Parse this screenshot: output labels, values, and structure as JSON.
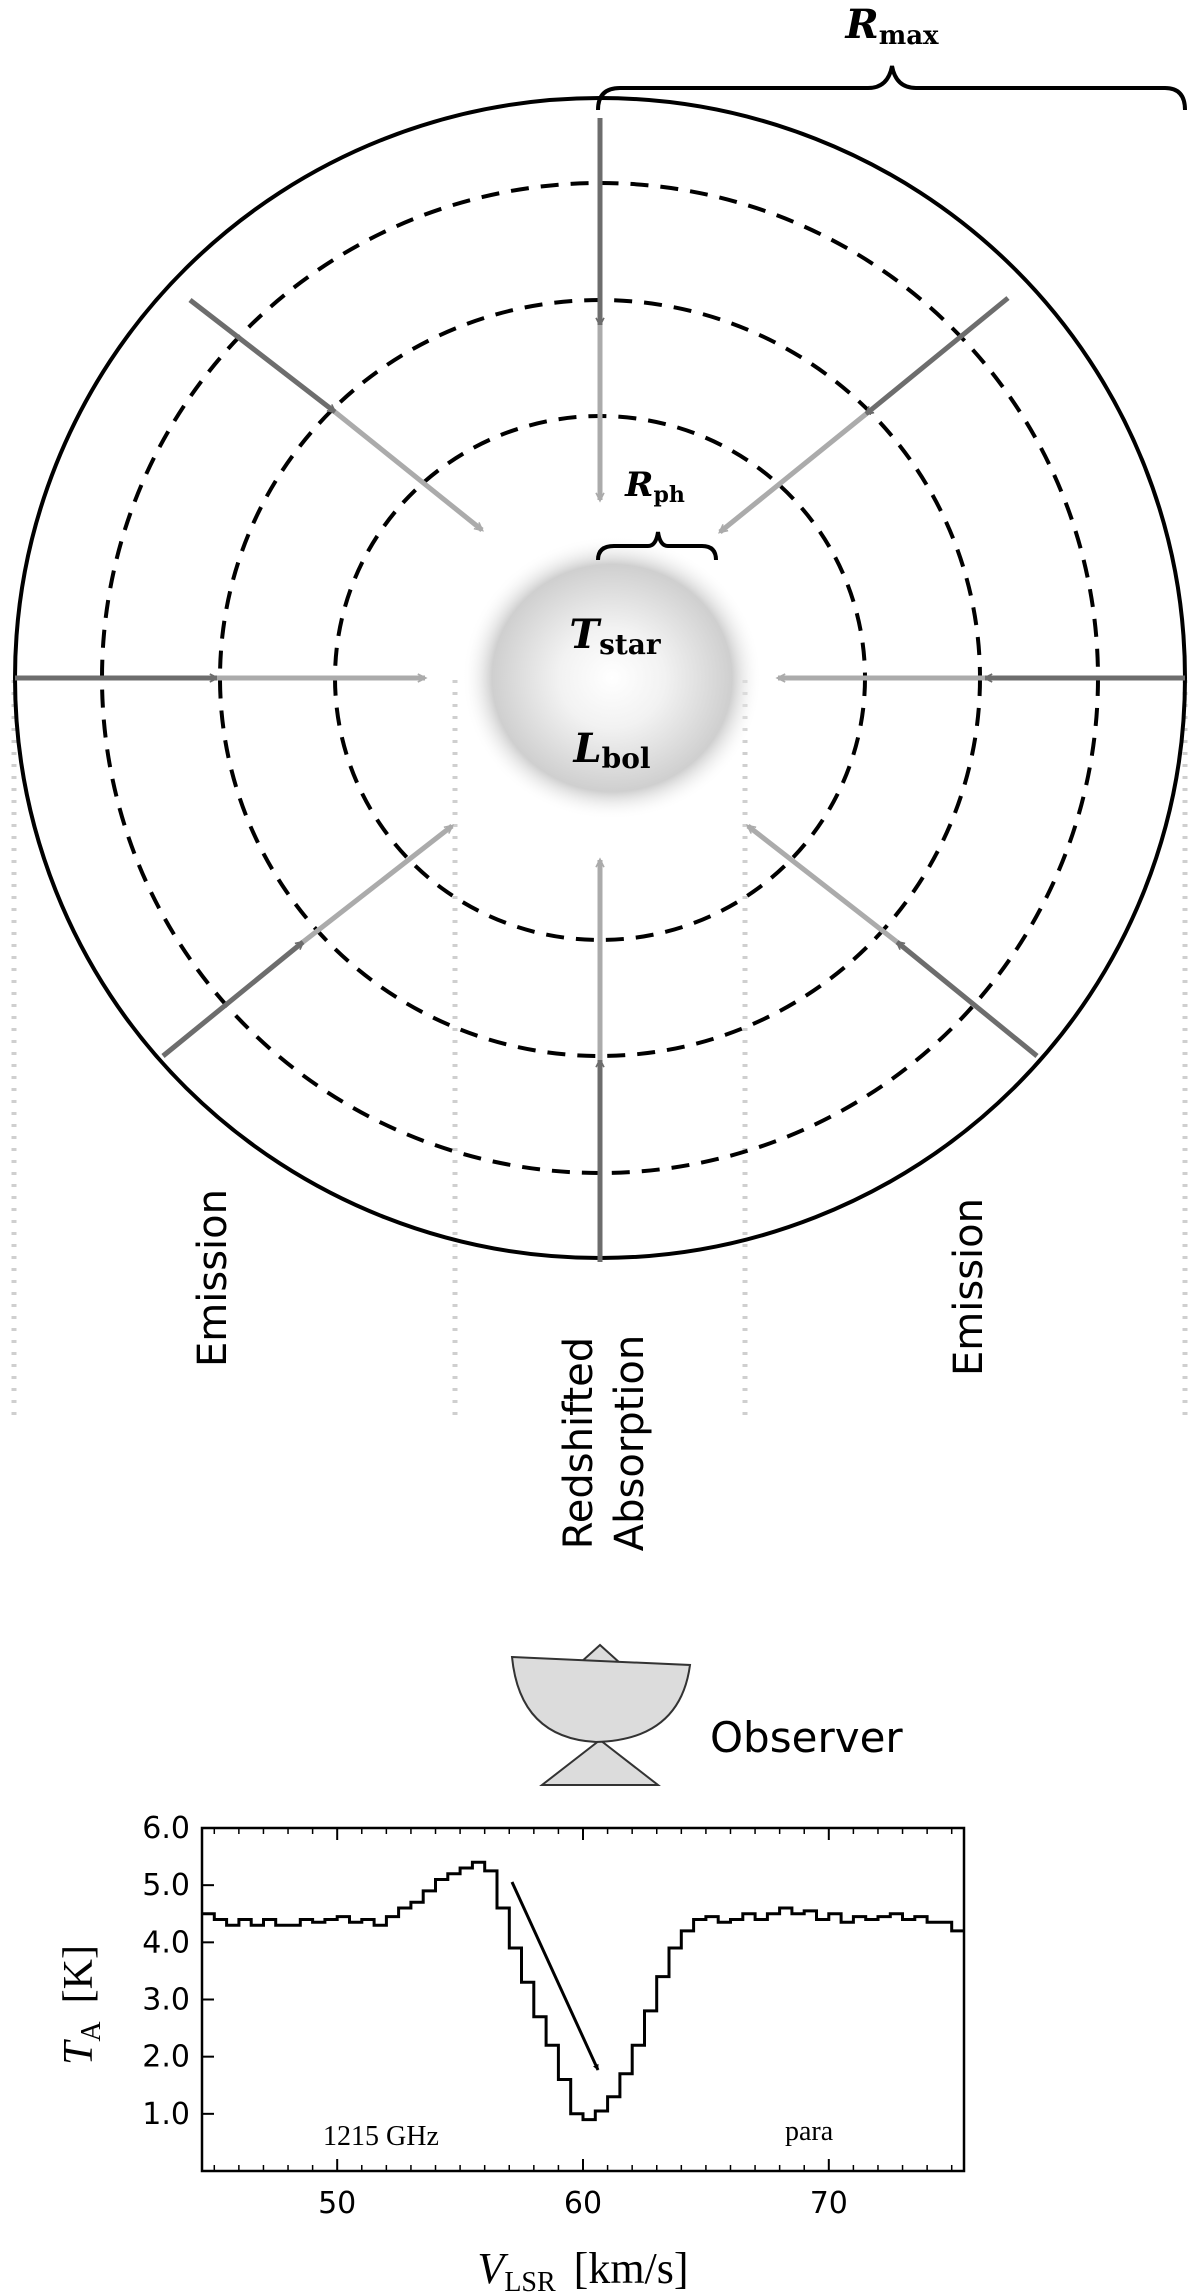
{
  "diagram": {
    "r_max_label": "R",
    "r_max_sub": "max",
    "r_ph_label": "R",
    "r_ph_sub": "ph",
    "t_star_label": "T",
    "t_star_sub": "star",
    "l_bol_label": "L",
    "l_bol_sub": "bol",
    "emission_left": "Emission",
    "emission_right": "Emission",
    "absorption_line1": "Redshifted",
    "absorption_line2": "Absorption",
    "observer_label": "Observer"
  },
  "colors": {
    "arrow_dark": "#6d6d6d",
    "arrow_light": "#ababab",
    "guide_dotted": "#cfcfcf",
    "observer_fill": "#dcdcdc"
  },
  "chart_data": {
    "type": "line",
    "style": "step",
    "xlabel": "V",
    "xlabel_sub": "LSR",
    "xlabel_unit": "[km/s]",
    "ylabel": "T",
    "ylabel_sub": "A",
    "ylabel_unit": "[K]",
    "xlim": [
      44.5,
      75.5
    ],
    "ylim": [
      0.0,
      6.0
    ],
    "xticks": [
      50,
      60,
      70
    ],
    "xtick_labels": [
      "50",
      "60",
      "70"
    ],
    "yticks": [
      1.0,
      2.0,
      3.0,
      4.0,
      5.0,
      6.0
    ],
    "ytick_labels": [
      "1.0",
      "2.0",
      "3.0",
      "4.0",
      "5.0",
      "6.0"
    ],
    "annotations": [
      "1215 GHz",
      "para"
    ],
    "series": [
      {
        "x": [
          44.5,
          45.0,
          45.5,
          46.0,
          46.5,
          47.0,
          47.5,
          48.0,
          48.5,
          49.0,
          49.5,
          50.0,
          50.5,
          51.0,
          51.5,
          52.0,
          52.5,
          53.0,
          53.5,
          54.0,
          54.5,
          55.0,
          55.5,
          56.0,
          56.5,
          57.0,
          57.5,
          58.0,
          58.5,
          59.0,
          59.5,
          60.0,
          60.5,
          61.0,
          61.5,
          62.0,
          62.5,
          63.0,
          63.5,
          64.0,
          64.5,
          65.0,
          65.5,
          66.0,
          66.5,
          67.0,
          67.5,
          68.0,
          68.5,
          69.0,
          69.5,
          70.0,
          70.5,
          71.0,
          71.5,
          72.0,
          72.5,
          73.0,
          73.5,
          74.0,
          74.5,
          75.0
        ],
        "y": [
          4.5,
          4.4,
          4.3,
          4.4,
          4.3,
          4.4,
          4.3,
          4.3,
          4.4,
          4.35,
          4.4,
          4.45,
          4.35,
          4.4,
          4.3,
          4.45,
          4.6,
          4.7,
          4.9,
          5.1,
          5.2,
          5.3,
          5.4,
          5.25,
          4.6,
          3.9,
          3.3,
          2.7,
          2.2,
          1.6,
          1.0,
          0.9,
          1.05,
          1.3,
          1.7,
          2.2,
          2.8,
          3.4,
          3.9,
          4.2,
          4.4,
          4.45,
          4.35,
          4.4,
          4.5,
          4.4,
          4.5,
          4.6,
          4.5,
          4.55,
          4.4,
          4.5,
          4.35,
          4.45,
          4.4,
          4.45,
          4.5,
          4.4,
          4.45,
          4.35,
          4.35,
          4.2
        ]
      }
    ]
  }
}
